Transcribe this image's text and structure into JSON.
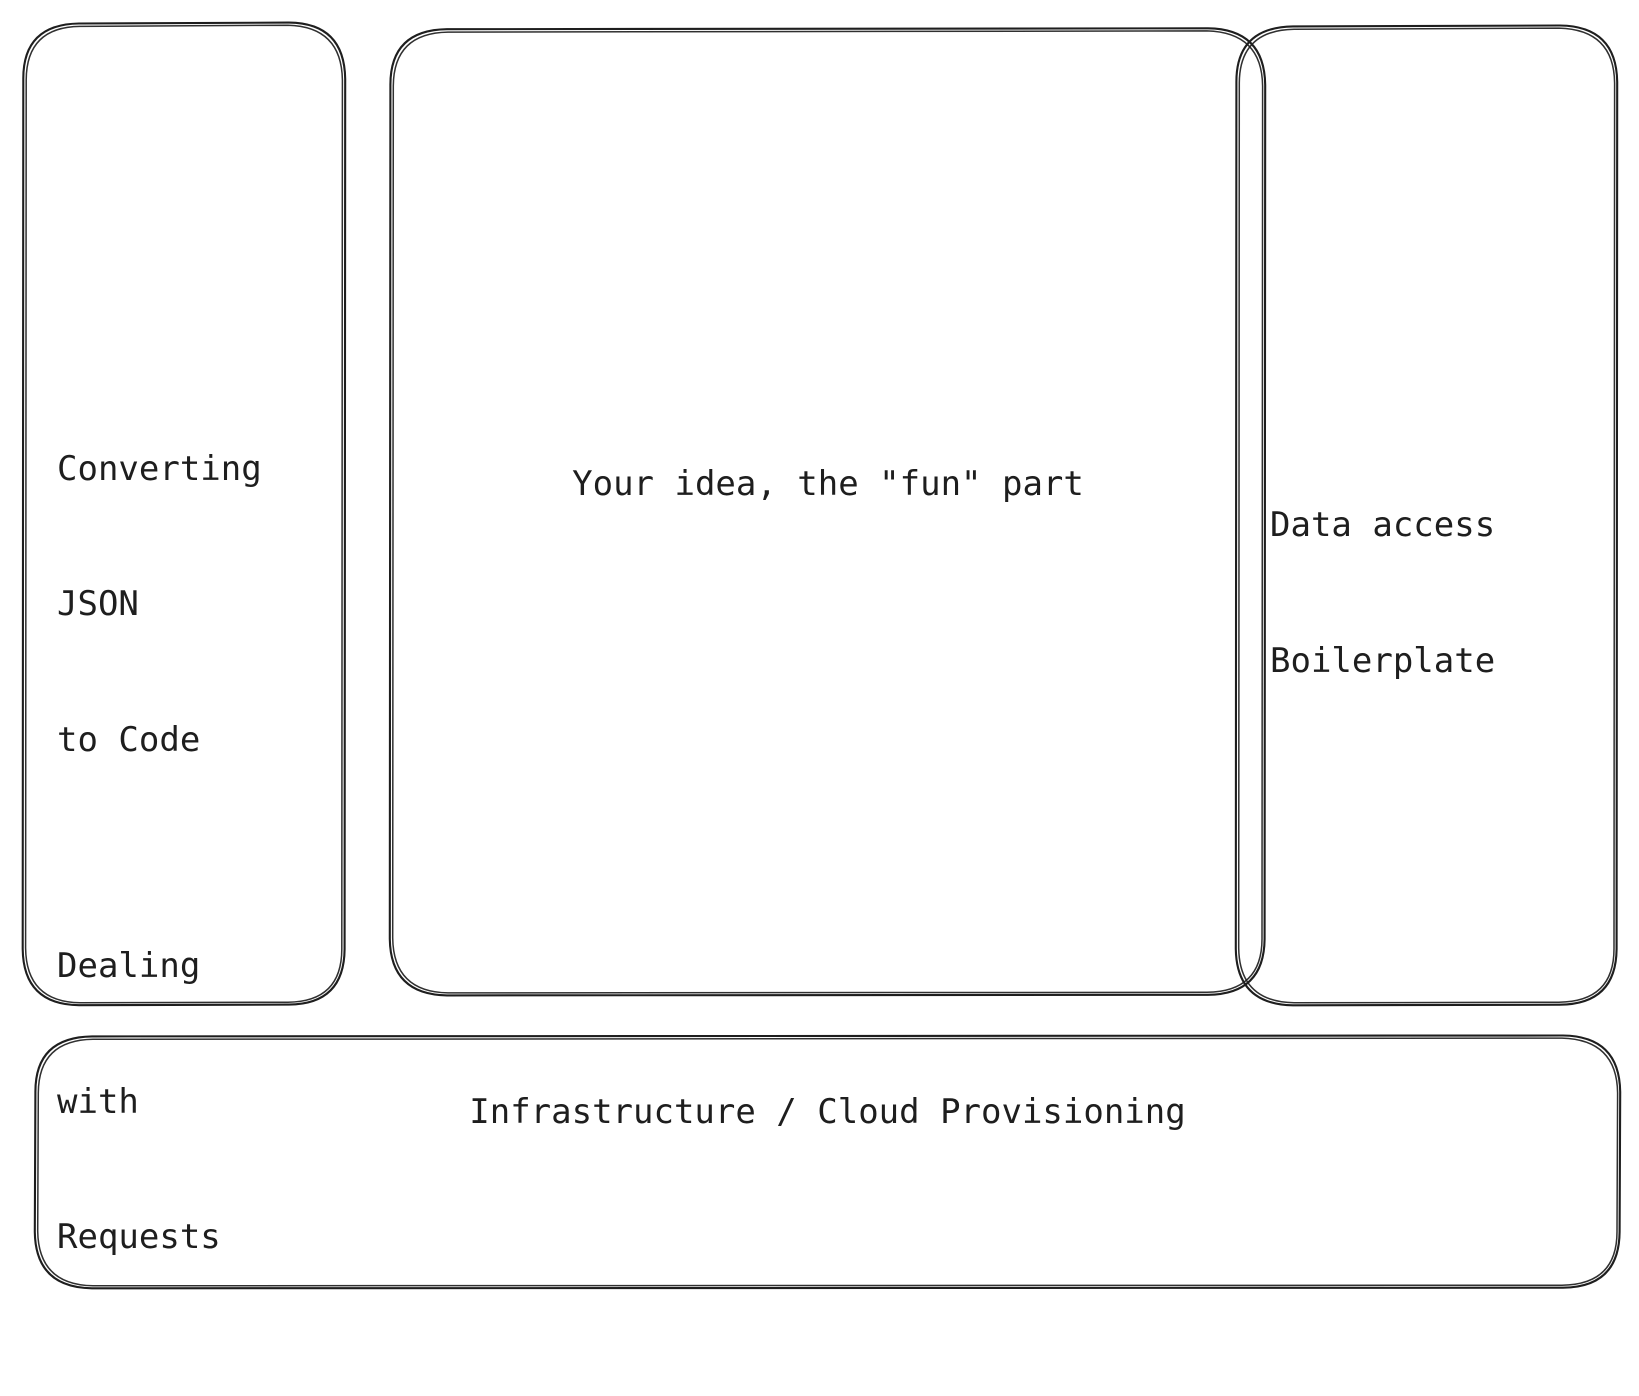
{
  "diagram": {
    "title": "Application layers sketch",
    "style": "hand-drawn",
    "background_color": "#ffffff",
    "stroke_color": "#1e1e1e",
    "text_color": "#1e1e1e"
  },
  "left_box": {
    "name": "left-concerns-box",
    "paragraphs": [
      {
        "lines": [
          "Converting",
          "JSON",
          "to Code"
        ]
      },
      {
        "lines": [
          "Dealing",
          "with",
          "Requests"
        ]
      }
    ],
    "line_1": "Converting",
    "line_2": "JSON",
    "line_3": "to Code",
    "line_4": "Dealing",
    "line_5": "with",
    "line_6": "Requests"
  },
  "center_box": {
    "name": "center-idea-box",
    "label": "Your idea, the \"fun\" part"
  },
  "right_box": {
    "name": "right-data-access-box",
    "line_1": "Data access",
    "line_2": "Boilerplate"
  },
  "bottom_bar": {
    "name": "infrastructure-bar",
    "label": "Infrastructure / Cloud Provisioning"
  }
}
